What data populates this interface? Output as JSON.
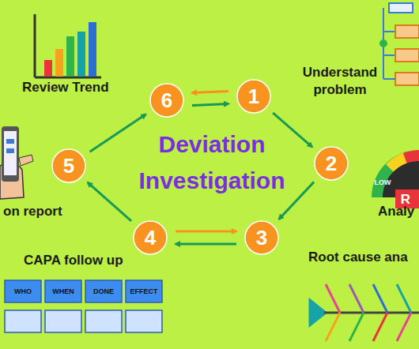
{
  "diagram": {
    "title": "Deviation Investigation",
    "nodes": [
      {
        "text": [
          "1"
        ]
      },
      {
        "text": [
          "2"
        ]
      },
      {
        "text": [
          "3"
        ]
      },
      {
        "text": [
          "4"
        ]
      },
      {
        "text": [
          "5"
        ]
      },
      {
        "text": [
          "6"
        ]
      }
    ],
    "edges": [
      {
        "from": 0,
        "to": 1,
        "arrow": "to"
      },
      {
        "from": 1,
        "to": 2,
        "arrow": "to"
      },
      {
        "from": 3,
        "to": 2,
        "arrow": "to"
      },
      {
        "from": 2,
        "to": 3,
        "arrow": "to"
      },
      {
        "from": 3,
        "to": 4,
        "arrow": "to"
      },
      {
        "from": 4,
        "to": 5,
        "arrow": "to"
      },
      {
        "from": 0,
        "to": 5,
        "arrow": "to"
      },
      {
        "from": 5,
        "to": 0,
        "arrow": "to"
      }
    ],
    "labels": [
      "Review Trend",
      "Understand problem",
      "Analy",
      "on report",
      "CAPA follow up",
      "Root cause ana",
      "WHO",
      "WHEN",
      "DONE",
      "EFFECT",
      "LOW",
      "R"
    ]
  }
}
